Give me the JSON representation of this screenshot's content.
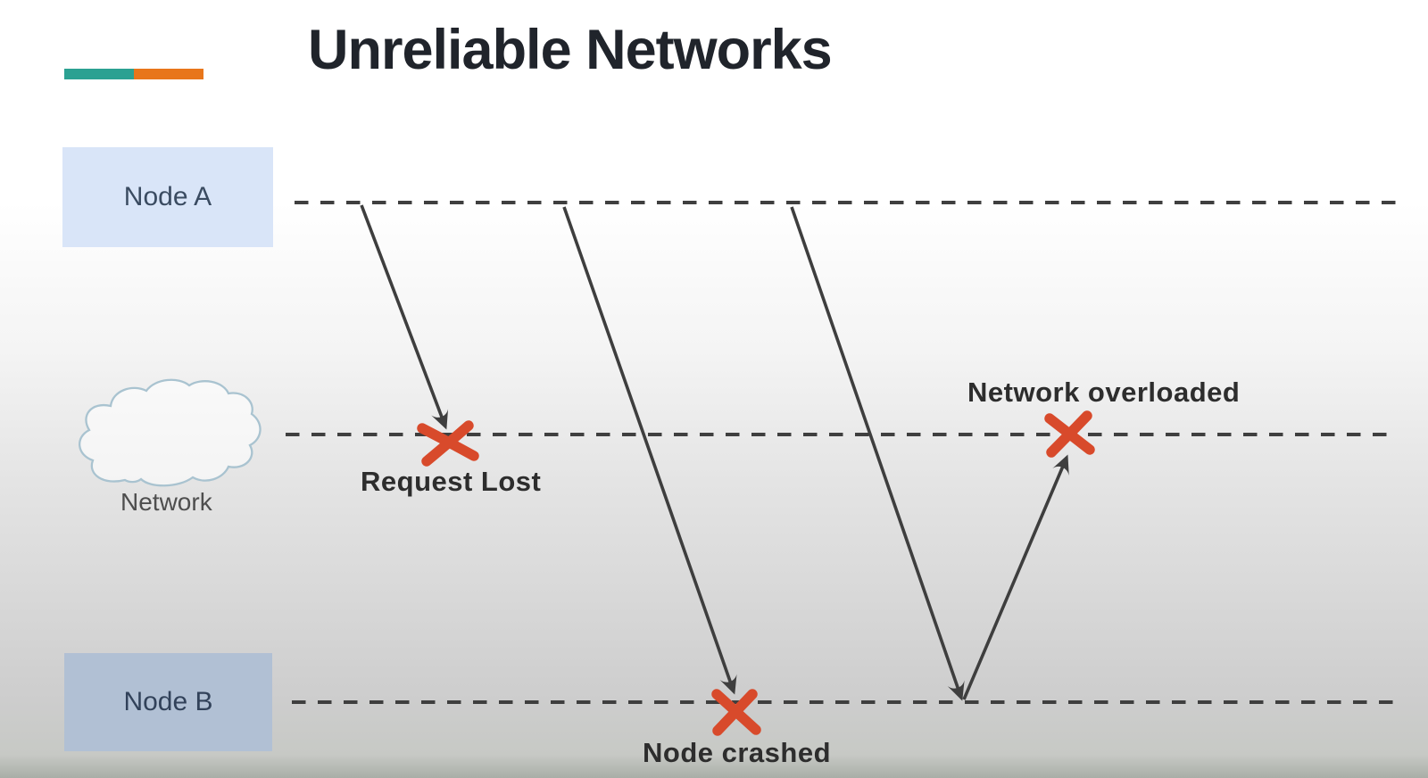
{
  "slide": {
    "title": "Unreliable Networks"
  },
  "logo": {
    "teal_color": "#2ba192",
    "orange_color": "#e8761a"
  },
  "lifelines": {
    "dash_color": "#3f3f3f",
    "node_a": {
      "label": "Node A",
      "box_fill": "#d9e5f8",
      "text_color": "#3a4b61"
    },
    "network": {
      "label": "Network",
      "icon": "cloud-icon",
      "cloud_stroke": "#a9c3d0",
      "text_color": "#4e4e4e"
    },
    "node_b": {
      "label": "Node B",
      "box_fill": "#b1c0d4",
      "text_color": "#32425a"
    }
  },
  "failures": {
    "x_mark_color": "#d84a2b",
    "label_color": "#2d2d2d",
    "request_lost": {
      "label": "Request Lost",
      "icon": "x-mark-icon"
    },
    "node_crashed": {
      "label": "Node crashed",
      "icon": "x-mark-icon"
    },
    "network_overloaded": {
      "label": "Network overloaded",
      "icon": "x-mark-icon"
    }
  },
  "arrows": {
    "color": "#3e3e3e",
    "arrowhead_icon": "arrowhead-icon"
  }
}
